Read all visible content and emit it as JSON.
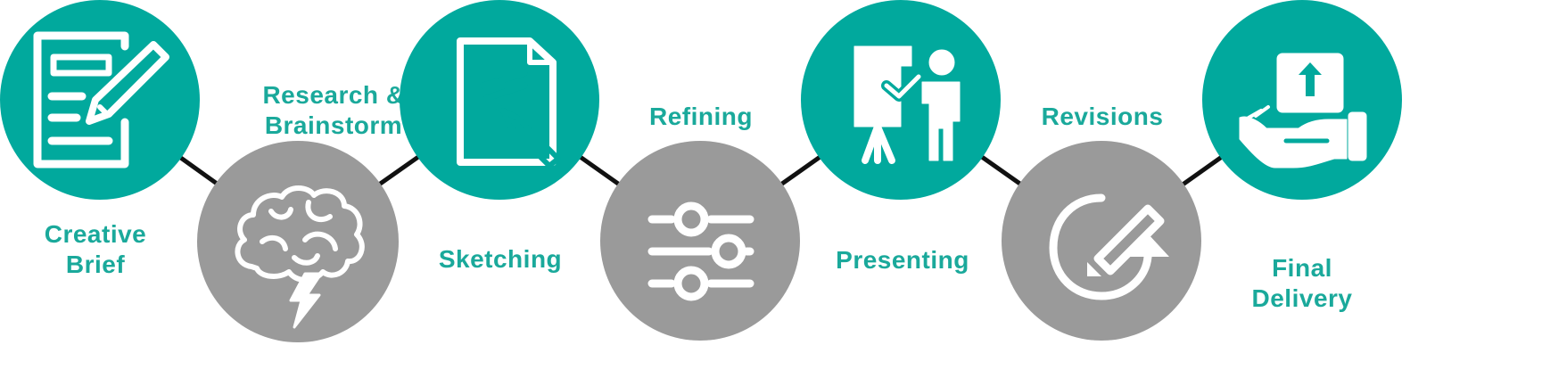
{
  "colors": {
    "teal": "#01a99d",
    "gray": "#9a9a9a",
    "label": "#1aa99b",
    "connector": "#111111",
    "icon_stroke": "#ffffff"
  },
  "steps": [
    {
      "label_lines": [
        "Creative",
        "Brief"
      ],
      "circle_color": "teal",
      "icon": "document-pencil-icon"
    },
    {
      "label_lines": [
        "Research &",
        "Brainstorm"
      ],
      "circle_color": "gray",
      "icon": "brain-lightning-icon"
    },
    {
      "label_lines": [
        "Sketching"
      ],
      "circle_color": "teal",
      "icon": "paper-pencil-sketch-icon"
    },
    {
      "label_lines": [
        "Refining"
      ],
      "circle_color": "gray",
      "icon": "sliders-icon"
    },
    {
      "label_lines": [
        "Presenting"
      ],
      "circle_color": "teal",
      "icon": "presenter-board-icon"
    },
    {
      "label_lines": [
        "Revisions"
      ],
      "circle_color": "gray",
      "icon": "revision-arrow-pencil-icon"
    },
    {
      "label_lines": [
        "Final",
        "Delivery"
      ],
      "circle_color": "teal",
      "icon": "hand-delivering-box-icon"
    }
  ]
}
